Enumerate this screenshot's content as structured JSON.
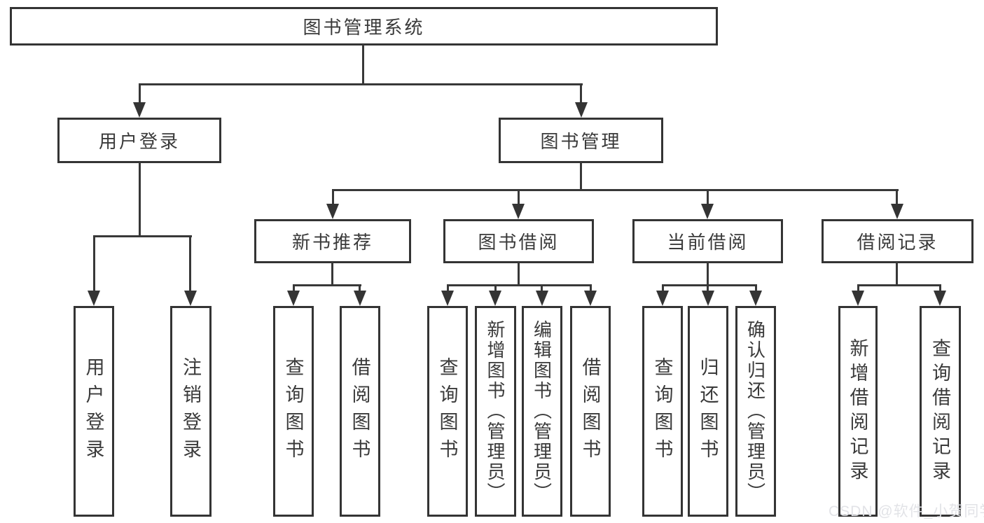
{
  "diagram": {
    "root": "图书管理系统",
    "level2": [
      "用户登录",
      "图书管理"
    ],
    "level3": [
      "新书推荐",
      "图书借阅",
      "当前借阅",
      "借阅记录"
    ],
    "leaves": {
      "user_login": [
        "用户登录",
        "注销登录"
      ],
      "new_book": [
        "查询图书",
        "借阅图书"
      ],
      "book_borrow": [
        "查询图书",
        "新增图书（管理员）",
        "编辑图书（管理员）",
        "借阅图书"
      ],
      "current_borrow": [
        "查询图书",
        "归还图书",
        "确认归还（管理员）"
      ],
      "borrow_record": [
        "新增借阅记录",
        "查询借阅记录"
      ]
    }
  },
  "watermark": {
    "text": "CSDN @软件_小贺同学"
  },
  "colors": {
    "line": "#383838",
    "border": "#343434",
    "text": "#3a3a3a",
    "background": "#ffffff",
    "watermark": "#e2e3e7"
  }
}
